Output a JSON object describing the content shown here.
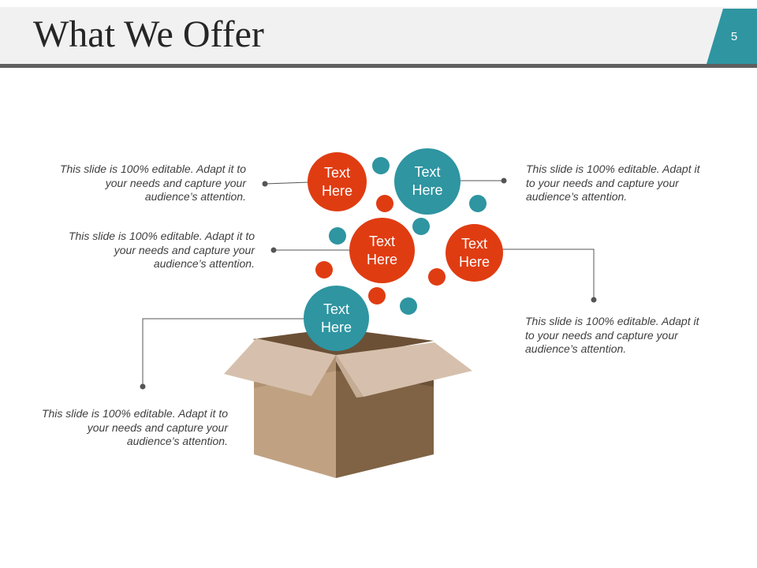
{
  "slide": {
    "title": "What We Offer",
    "page_number": "5"
  },
  "colors": {
    "orange": "#e03c12",
    "teal": "#2e95a1",
    "connector": "#555555",
    "box_front": "#c0a283",
    "box_side": "#7f6344",
    "box_flap": "#d6c0ad",
    "box_inside": "#6b5036"
  },
  "bubbles": [
    {
      "label": "Text\nHere",
      "color": "orange"
    },
    {
      "label": "Text\nHere",
      "color": "teal"
    },
    {
      "label": "Text\nHere",
      "color": "orange"
    },
    {
      "label": "Text\nHere",
      "color": "orange"
    },
    {
      "label": "Text\nHere",
      "color": "teal"
    }
  ],
  "descriptions": [
    "This slide is 100% editable. Adapt it to your needs and capture your audience’s attention.",
    "This slide is 100% editable. Adapt it to your needs and capture your audience’s attention.",
    "This slide is 100% editable. Adapt it to your needs and capture your audience’s attention.",
    "This slide is 100% editable. Adapt it to your needs and capture your audience’s attention.",
    "This slide is 100% editable. Adapt it to your needs and capture your audience’s attention."
  ]
}
